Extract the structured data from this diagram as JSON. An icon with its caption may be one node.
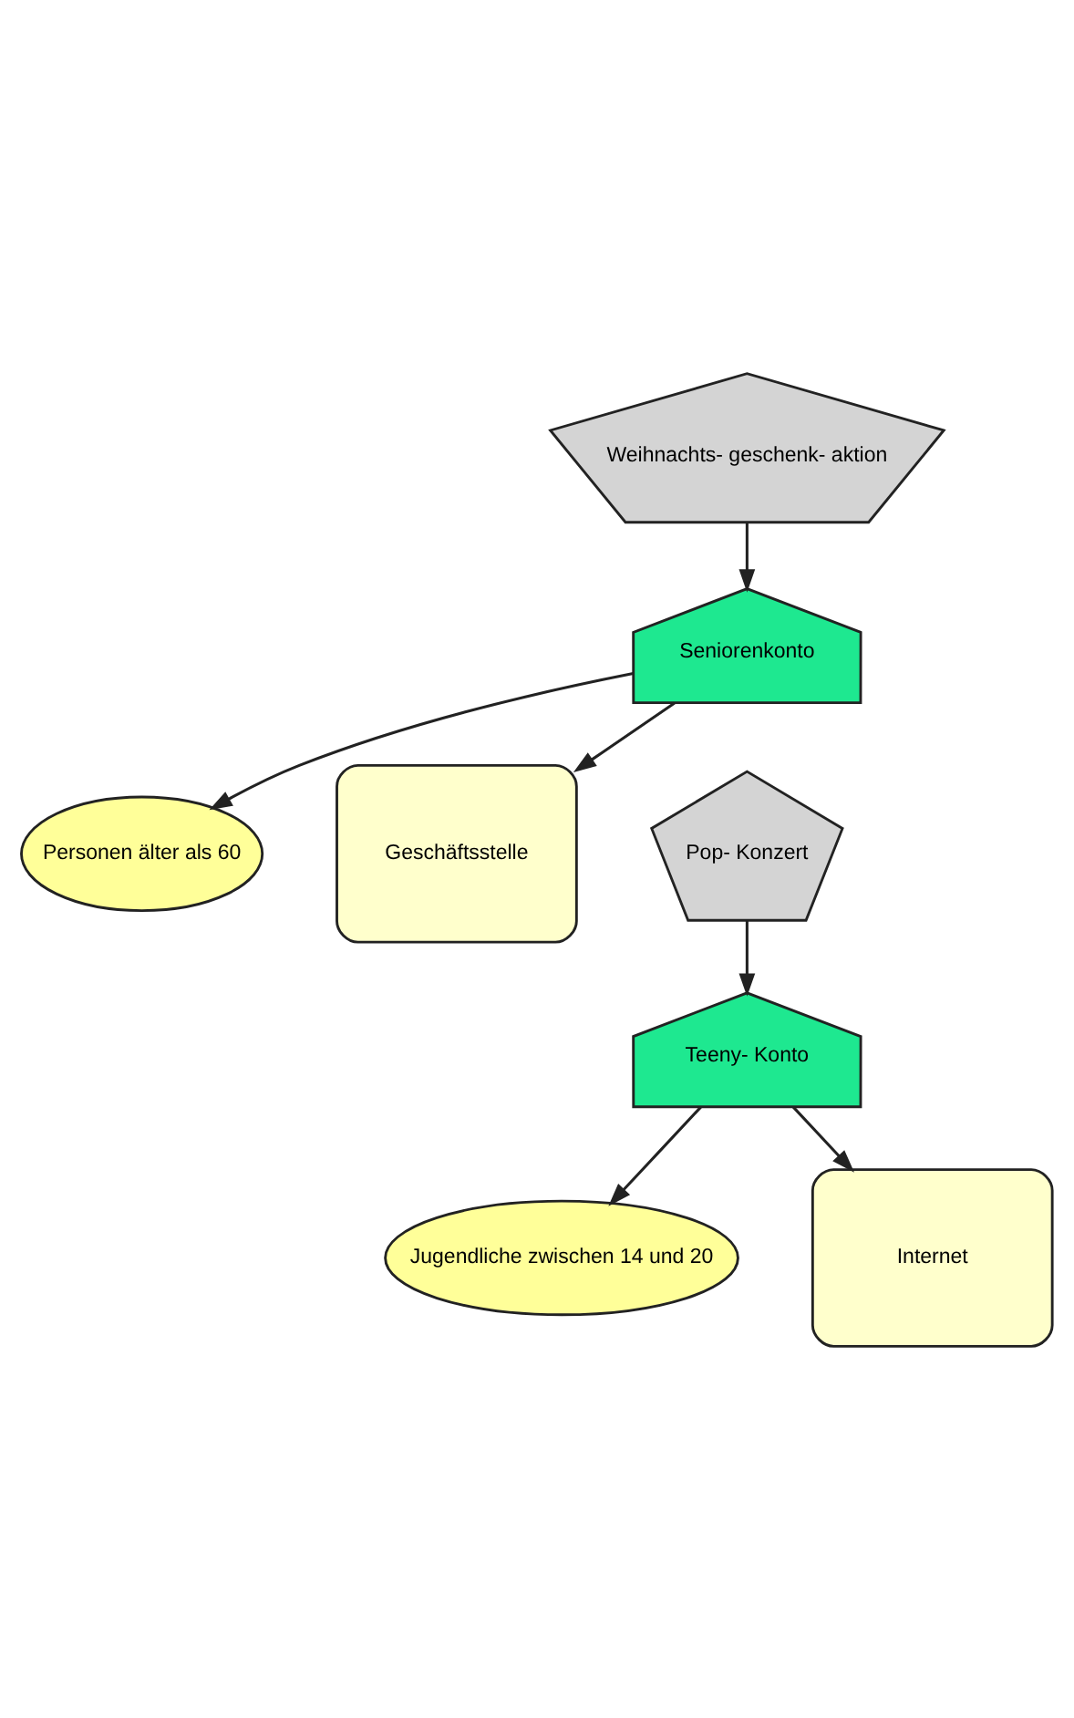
{
  "diagram": {
    "nodes": [
      {
        "text": [
          "Weihnachts- geschenk- aktion"
        ]
      },
      {
        "text": [
          "Seniorenkonto"
        ]
      },
      {
        "text": [
          "Personen älter als 60"
        ]
      },
      {
        "text": [
          "Geschäftsstelle"
        ]
      },
      {
        "text": [
          "Pop- Konzert"
        ]
      },
      {
        "text": [
          "Teeny- Konto"
        ]
      },
      {
        "text": [
          "Jugendliche zwischen 14 und 20"
        ]
      },
      {
        "text": [
          "Internet"
        ]
      }
    ],
    "edges": [
      {
        "from": 0,
        "to": 1,
        "arrow": "to"
      },
      {
        "from": 1,
        "to": 2,
        "arrow": "to"
      },
      {
        "from": 1,
        "to": 3,
        "arrow": "to"
      },
      {
        "from": 4,
        "to": 5,
        "arrow": "to"
      },
      {
        "from": 5,
        "to": 6,
        "arrow": "to"
      },
      {
        "from": 5,
        "to": 7,
        "arrow": "to"
      }
    ]
  }
}
